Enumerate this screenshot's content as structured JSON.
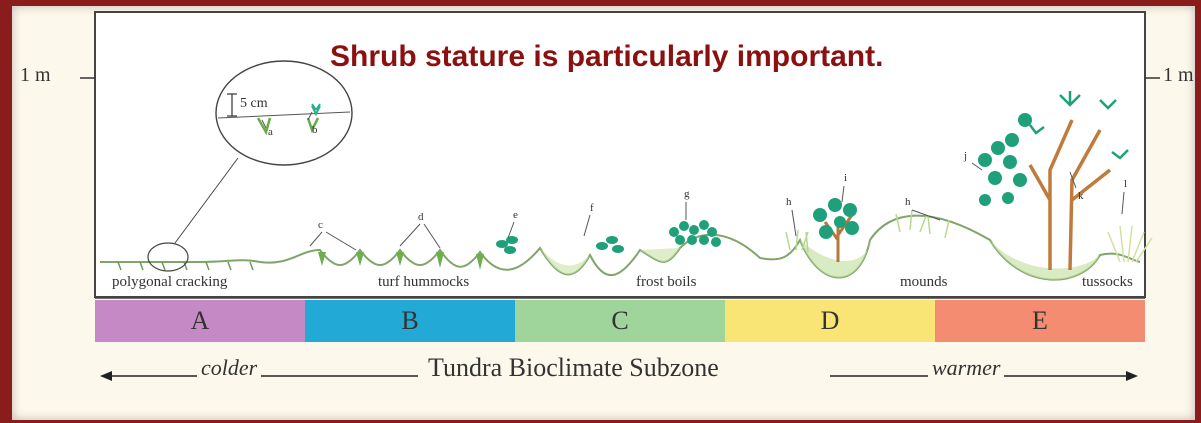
{
  "headline": "Shrub stature is particularly important.",
  "scale": {
    "left": "1 m",
    "right": "1 m",
    "inset": "5 cm"
  },
  "letters": [
    "a",
    "b",
    "c",
    "d",
    "e",
    "f",
    "g",
    "h",
    "i",
    "h",
    "j",
    "k",
    "l"
  ],
  "landforms": [
    "polygonal cracking",
    "turf hummocks",
    "frost boils",
    "mounds",
    "tussocks"
  ],
  "subzones": [
    {
      "label": "A",
      "color": "#c58ac5"
    },
    {
      "label": "B",
      "color": "#23a9d6"
    },
    {
      "label": "C",
      "color": "#9fd49b"
    },
    {
      "label": "D",
      "color": "#f9e476"
    },
    {
      "label": "E",
      "color": "#f38c71"
    }
  ],
  "axis": {
    "left": "colder",
    "center": "Tundra Bioclimate Subzone",
    "right": "warmer"
  }
}
